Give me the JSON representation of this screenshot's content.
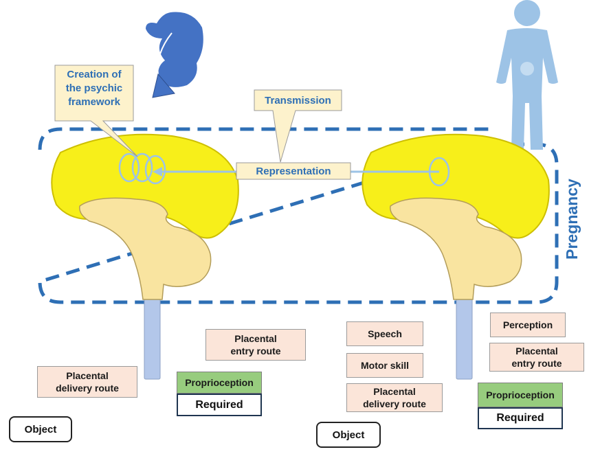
{
  "callouts": {
    "creation": [
      "Creation of",
      "the psychic",
      "framework"
    ],
    "transmission": "Transmission",
    "representation": "Representation"
  },
  "pregnancy_label": "Pregnancy",
  "left": {
    "placental_delivery": [
      "Placental",
      "delivery route"
    ],
    "placental_entry": [
      "Placental",
      "entry route"
    ],
    "proprioception": "Proprioception",
    "required": "Required",
    "object": "Object"
  },
  "right": {
    "speech": "Speech",
    "motor_skill": "Motor skill",
    "placental_delivery": [
      "Placental",
      "delivery route"
    ],
    "perception": "Perception",
    "placental_entry": [
      "Placental",
      "entry route"
    ],
    "proprioception": "Proprioception",
    "required": "Required",
    "object": "Object"
  },
  "colors": {
    "cortex": "#f7ef1a",
    "brainstem": "#f9e4a0",
    "spinal": "#b3c7ea",
    "dash": "#2e6fb5",
    "fetus": "#4472c4",
    "adult": "#9dc3e6",
    "circles": "#9dc3e6"
  }
}
